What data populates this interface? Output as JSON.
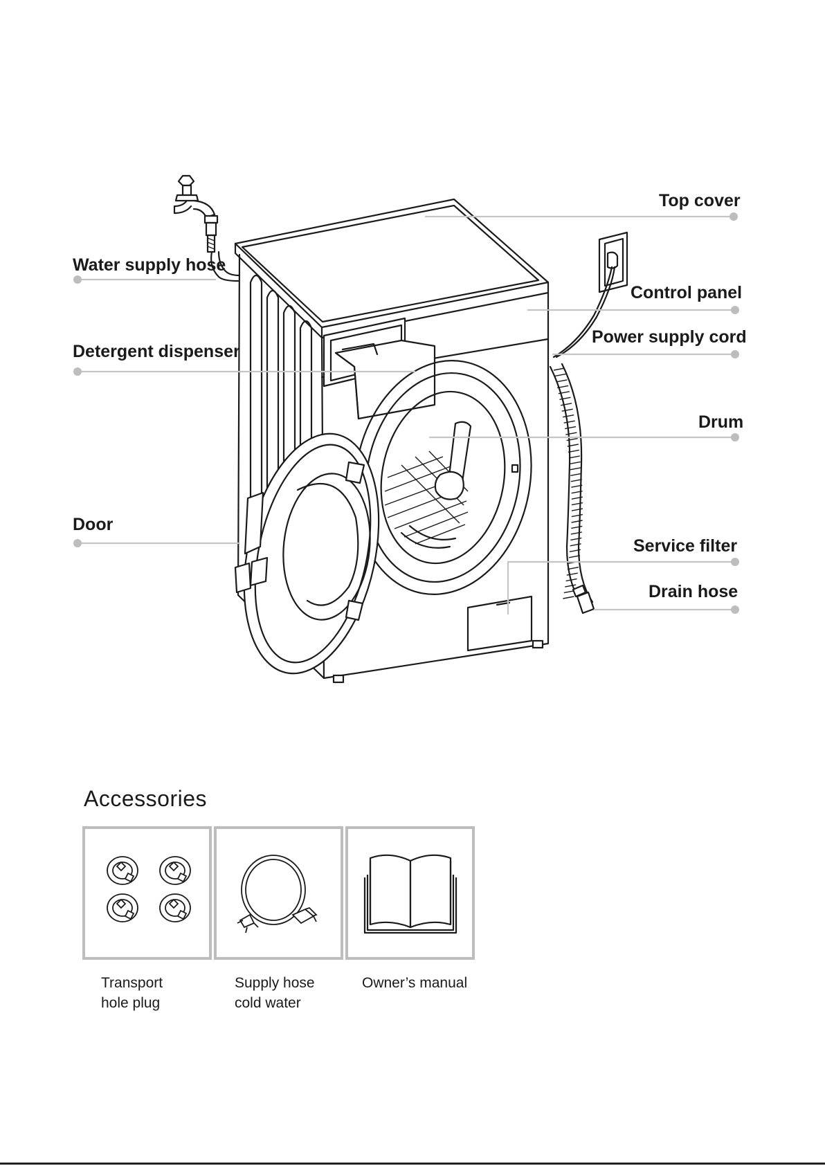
{
  "callouts": {
    "top_cover": "Top cover",
    "control_panel": "Control panel",
    "power_supply_cord": "Power supply cord",
    "drum": "Drum",
    "service_filter": "Service filter",
    "drain_hose": "Drain hose",
    "water_supply_hose": "Water supply hose",
    "detergent_dispenser": "Detergent dispenser",
    "door": "Door"
  },
  "accessories": {
    "title": "Accessories",
    "items": [
      {
        "line1": "Transport",
        "line2": "hole plug"
      },
      {
        "line1": "Supply hose",
        "line2": "cold water"
      },
      {
        "line1": "Owner’s manual",
        "line2": ""
      }
    ]
  },
  "colors": {
    "leader": "#c4c4c4",
    "box_border": "#bdbdbd",
    "ink": "#1a1a1a"
  }
}
